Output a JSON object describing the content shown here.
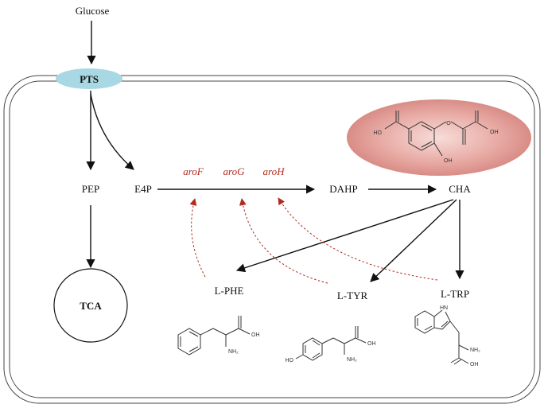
{
  "nodes": {
    "glucose": "Glucose",
    "pts": "PTS",
    "pep": "PEP",
    "e4p": "E4P",
    "dahp": "DAHP",
    "cha": "CHA",
    "tca": "TCA",
    "l_phe": "L-PHE",
    "l_tyr": "L-TYR",
    "l_trp": "L-TRP"
  },
  "genes": {
    "arof": "aroF",
    "arog": "aroG",
    "aroh": "aroH"
  },
  "molecule_labels": {
    "cha_ho": "HO",
    "cha_oh": "OH",
    "cha_o": "O",
    "cha_oh_ring": "OH",
    "phe_oh": "OH",
    "phe_nh2": "NH₂",
    "tyr_ho": "HO",
    "tyr_oh": "OH",
    "tyr_nh2": "NH₂",
    "trp_hn": "HN",
    "trp_nh2": "NH₂",
    "trp_oh": "OH"
  },
  "colors": {
    "pts_fill": "#a8d8e3",
    "gene_red": "#b22a1e",
    "cha_glow": "#d98c86"
  }
}
